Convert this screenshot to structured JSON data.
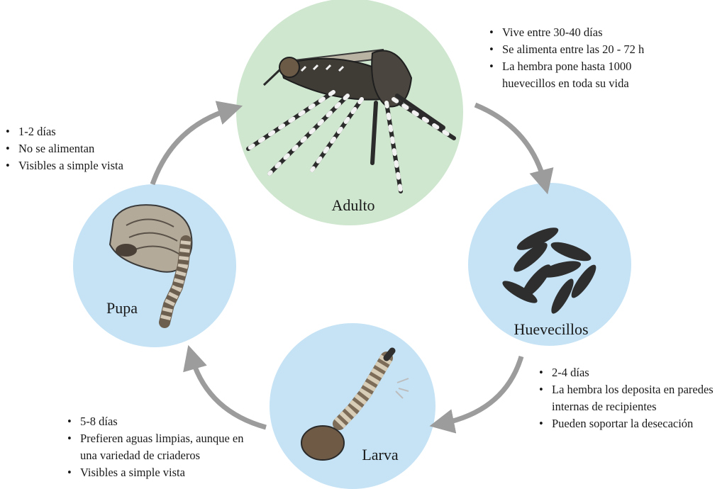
{
  "stages": {
    "adult": {
      "label": "Adulto",
      "notes": [
        "Vive entre 30-40 días",
        "Se alimenta entre las 20 - 72 h",
        "La hembra pone hasta 1000 huevecillos en toda su vida"
      ]
    },
    "eggs": {
      "label": "Huevecillos",
      "notes": [
        "2-4 días",
        "La hembra los deposita en paredes internas de recipientes",
        "Pueden soportar la desecación"
      ]
    },
    "larva": {
      "label": "Larva",
      "notes": [
        "5-8 días",
        "Prefieren aguas limpias, aunque en una variedad de criaderos",
        "Visibles a simple vista"
      ]
    },
    "pupa": {
      "label": "Pupa",
      "notes": [
        "1-2 días",
        "No se alimentan",
        "Visibles a simple vista"
      ]
    }
  },
  "colors": {
    "adult_circle": "#cfe6cf",
    "stage_circle": "#c5e3f5",
    "arrow": "#9c9c9c",
    "egg": "#2e2e2e"
  }
}
